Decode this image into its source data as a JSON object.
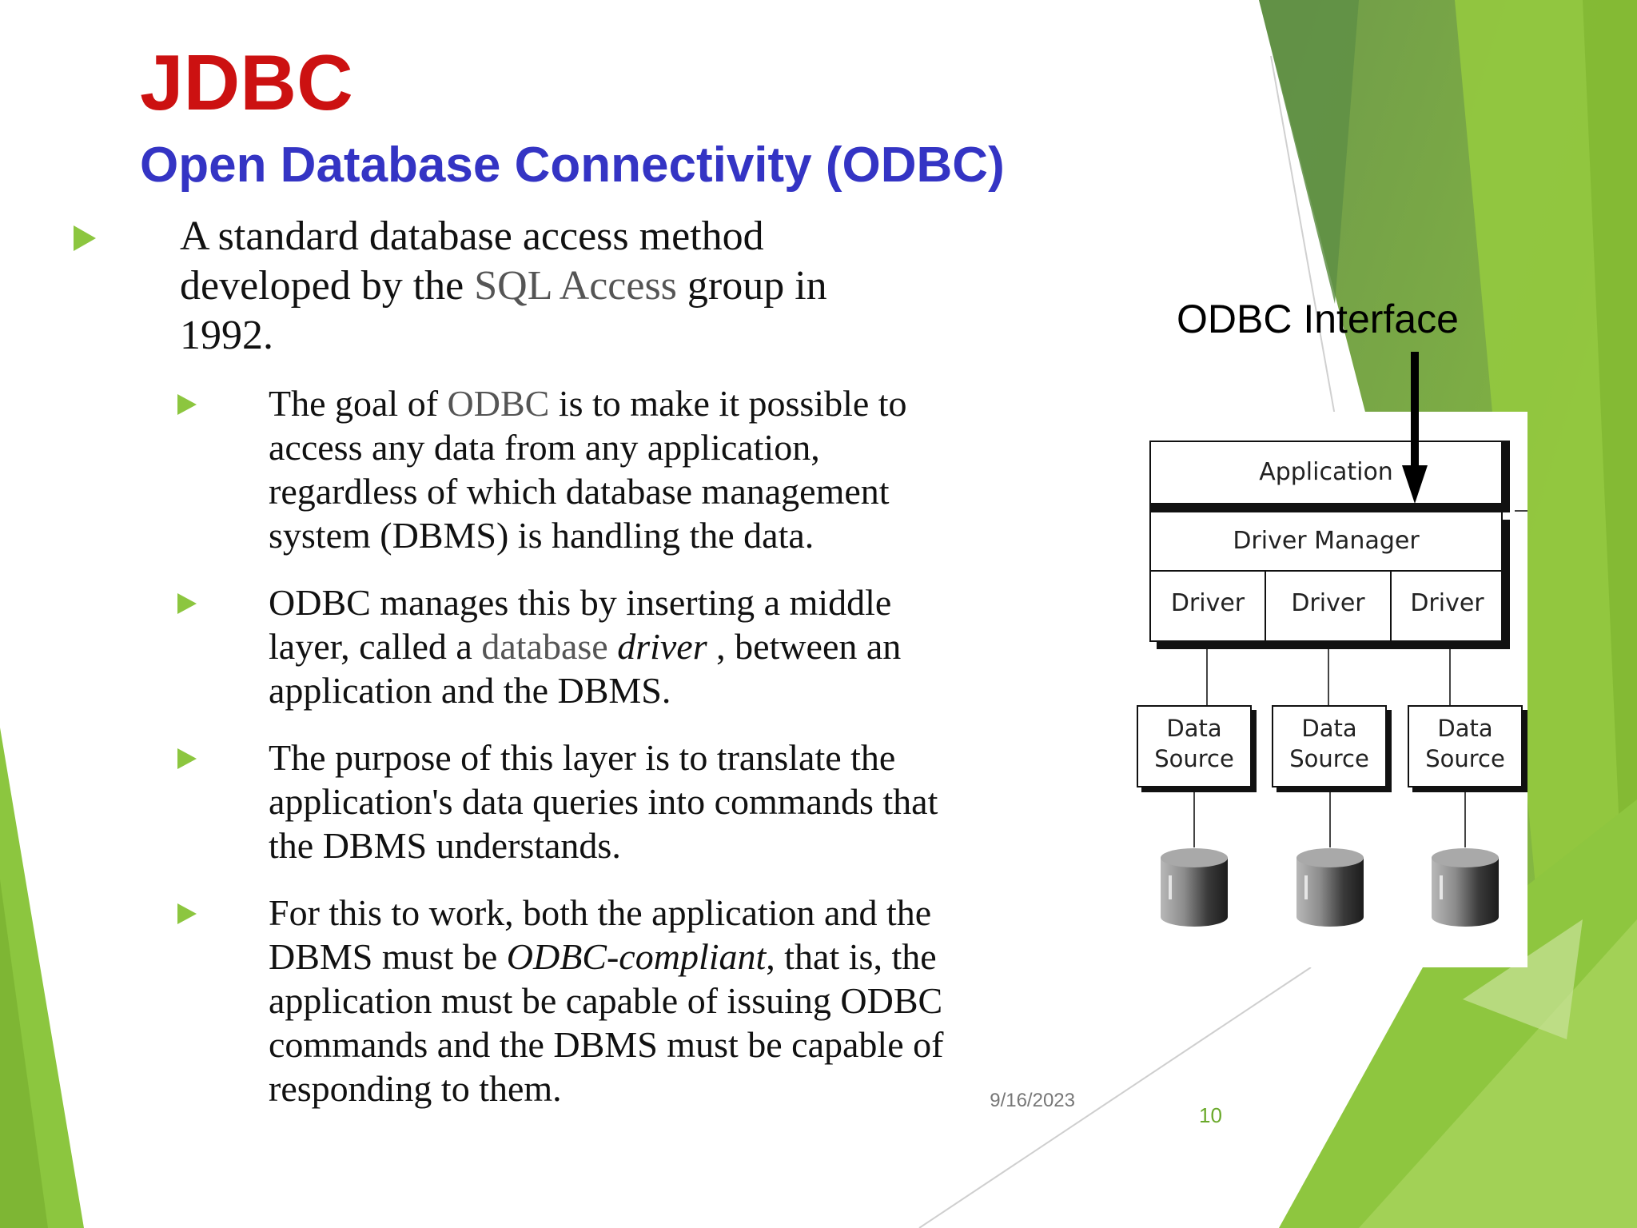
{
  "slide": {
    "title": "JDBC",
    "subtitle": "Open Database Connectivity (ODBC)",
    "footer_date": "9/16/2023",
    "page_number": "10"
  },
  "bullets": {
    "main": {
      "p1": "A standard database access method developed by the ",
      "p2": "SQL Access",
      "p3": " group in 1992."
    },
    "sub1": {
      "p1": "The goal of ",
      "p2": "ODBC",
      "p3": " is to make it possible to access any data from any application, regardless of which database management system (DBMS) is handling the data."
    },
    "sub2": {
      "p1": "ODBC manages this by inserting a middle layer, called a ",
      "p2": "database",
      "p3": "driver",
      "p4": " , between an application and the DBMS."
    },
    "sub3": {
      "text": "The purpose of this layer is to translate the application's data queries into commands that the DBMS understands."
    },
    "sub4": {
      "p1": "For this to work, both the application and the DBMS must be ",
      "p2": "ODBC-compliant",
      "p3": ", that is, the application must be capable of issuing ODBC commands and the DBMS must be capable of responding to them."
    }
  },
  "diagram": {
    "interface_label": "ODBC Interface",
    "application": "Application",
    "driver_manager": "Driver Manager",
    "drivers": [
      "Driver",
      "Driver",
      "Driver"
    ],
    "data_sources": [
      {
        "line1": "Data",
        "line2": "Source"
      },
      {
        "line1": "Data",
        "line2": "Source"
      },
      {
        "line1": "Data",
        "line2": "Source"
      }
    ]
  },
  "colors": {
    "title": "#cc1111",
    "subtitle": "#3434c4",
    "accent_green": "#8cc63f"
  }
}
